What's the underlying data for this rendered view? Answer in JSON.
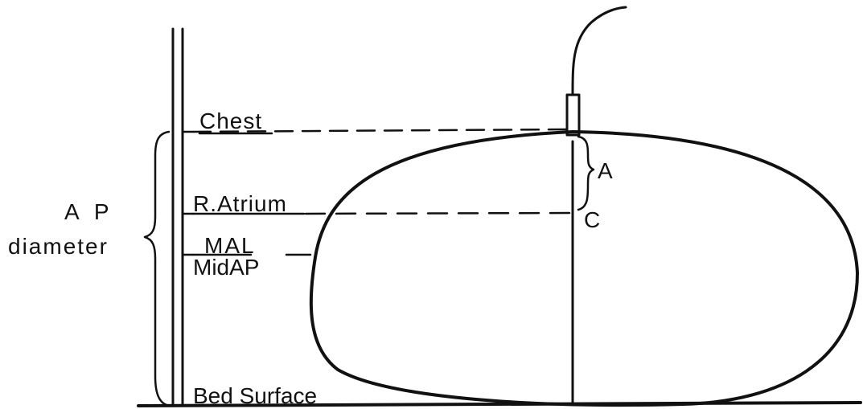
{
  "labels": {
    "chest": "Chest",
    "right_atrium": "R.Atrium",
    "mal": "MAL",
    "mid_ap": "MidAP",
    "bed_surface": "Bed Surface",
    "ap": "A P",
    "diameter": "diameter",
    "a": "A",
    "c": "C"
  },
  "colors": {
    "ink": "#111111",
    "background": "#ffffff"
  }
}
